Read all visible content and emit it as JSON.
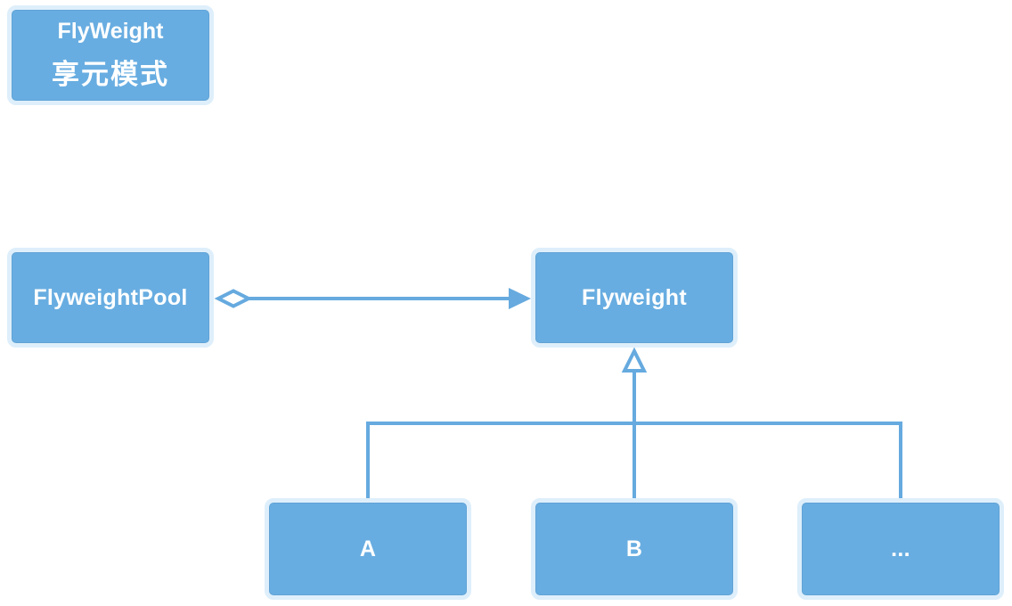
{
  "diagram": {
    "title_card": {
      "line1": "FlyWeight",
      "line2": "享元模式"
    },
    "nodes": {
      "pool": {
        "label": "FlyweightPool"
      },
      "flyweight": {
        "label": "Flyweight"
      },
      "child_a": {
        "label": "A"
      },
      "child_b": {
        "label": "B"
      },
      "child_more": {
        "label": "..."
      }
    },
    "relations": [
      {
        "type": "aggregation",
        "from": "FlyweightPool",
        "to": "Flyweight",
        "marker": "hollow-diamond-at-source-solid-arrow-at-target"
      },
      {
        "type": "inheritance",
        "from": "A",
        "to": "Flyweight",
        "marker": "hollow-triangle"
      },
      {
        "type": "inheritance",
        "from": "B",
        "to": "Flyweight",
        "marker": "hollow-triangle"
      },
      {
        "type": "inheritance",
        "from": "...",
        "to": "Flyweight",
        "marker": "hollow-triangle"
      }
    ],
    "colors": {
      "node_fill": "#68ADE1",
      "node_halo": "#DEEFFB",
      "connector": "#66AADF",
      "label_text": "#FFFFFF",
      "background": "#FFFFFF"
    }
  }
}
